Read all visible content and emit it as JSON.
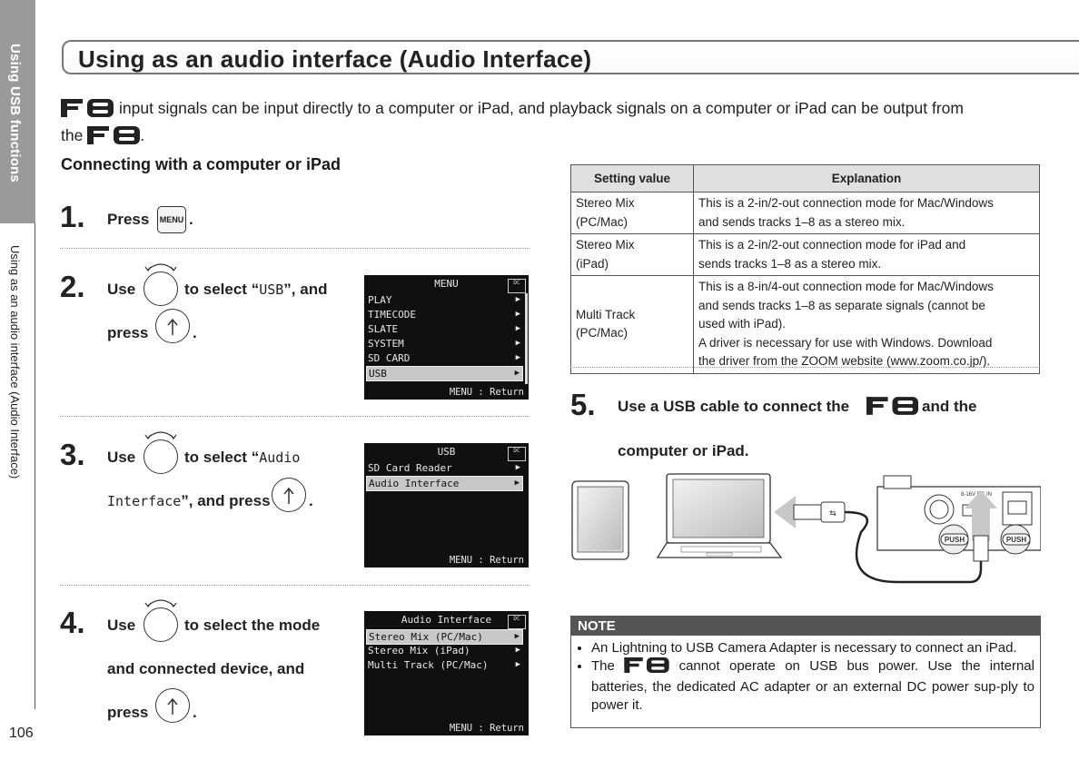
{
  "sidebar": {
    "section": "Using USB functions",
    "page_topic": "Using as an audio interface (Audio Interface)",
    "page_number": "106"
  },
  "title": "Using as an audio interface (Audio Interface)",
  "brand": "F8",
  "intro": {
    "part1": "input signals can be input directly to a computer or iPad, and playback signals on a computer or iPad can be output from",
    "part2": "the",
    "part3": "."
  },
  "subheading": "Connecting with a computer or iPad",
  "steps": {
    "s1": {
      "num": "1.",
      "press": "Press",
      "key": "MENU",
      "end": "."
    },
    "s2": {
      "num": "2.",
      "use": "Use",
      "to_select": "to select “",
      "value": "USB",
      "close": "”, and",
      "press": "press",
      "end": "."
    },
    "s3": {
      "num": "3.",
      "use": "Use",
      "to_select": "to select “",
      "value1": "Audio",
      "value2": "Interface",
      "close": "”, and press",
      "end": "."
    },
    "s4": {
      "num": "4.",
      "use": "Use",
      "line1": "to select the mode",
      "line2": "and connected device, and",
      "press": "press",
      "end": "."
    },
    "s5": {
      "num": "5.",
      "line1a": "Use a USB cable to connect the",
      "line1b": "and the",
      "line2": "computer or iPad."
    }
  },
  "screens": {
    "menu": {
      "header": "MENU",
      "items": [
        "PLAY",
        "TIMECODE",
        "SLATE",
        "SYSTEM",
        "SD CARD",
        "USB"
      ],
      "selected": 5,
      "footer": "MENU : Return"
    },
    "usb": {
      "header": "USB",
      "items": [
        "SD Card Reader",
        "Audio Interface"
      ],
      "selected": 1,
      "footer": "MENU : Return"
    },
    "audio_interface": {
      "header": "Audio Interface",
      "items": [
        "Stereo Mix (PC/Mac)",
        "Stereo Mix (iPad)",
        "Multi Track (PC/Mac)"
      ],
      "selected": 0,
      "footer": "MENU : Return"
    },
    "battery_label": "DC"
  },
  "table": {
    "headers": [
      "Setting value",
      "Explanation"
    ],
    "rows": [
      {
        "setting": [
          "Stereo Mix",
          "(PC/Mac)"
        ],
        "explanation": [
          "This is a 2-in/2-out connection mode for Mac/Windows",
          "and sends tracks 1–8 as a stereo mix."
        ]
      },
      {
        "setting": [
          "Stereo Mix",
          "(iPad)"
        ],
        "explanation": [
          "This is a 2-in/2-out connection mode for iPad and",
          "sends tracks 1–8 as a stereo mix."
        ]
      },
      {
        "setting": [
          "Multi Track",
          "(PC/Mac)"
        ],
        "explanation": [
          "This is a 8-in/4-out connection mode for Mac/Windows",
          "and sends tracks 1–8 as separate signals (cannot be",
          "used with iPad).",
          "A driver is necessary for use with Windows. Download",
          "the driver from the ZOOM website (www.zoom.co.jp/)."
        ]
      }
    ]
  },
  "illustration": {
    "dc_label": "8-16V DC IN",
    "push1": "PUSH",
    "push2": "PUSH"
  },
  "note": {
    "heading": "NOTE",
    "item1": "An Lightning to USB Camera Adapter is necessary to connect an iPad.",
    "item2a": "The",
    "item2b": "cannot operate on USB bus power. Use the internal batteries, the dedicated AC adapter or an external DC power sup-ply to power it."
  }
}
